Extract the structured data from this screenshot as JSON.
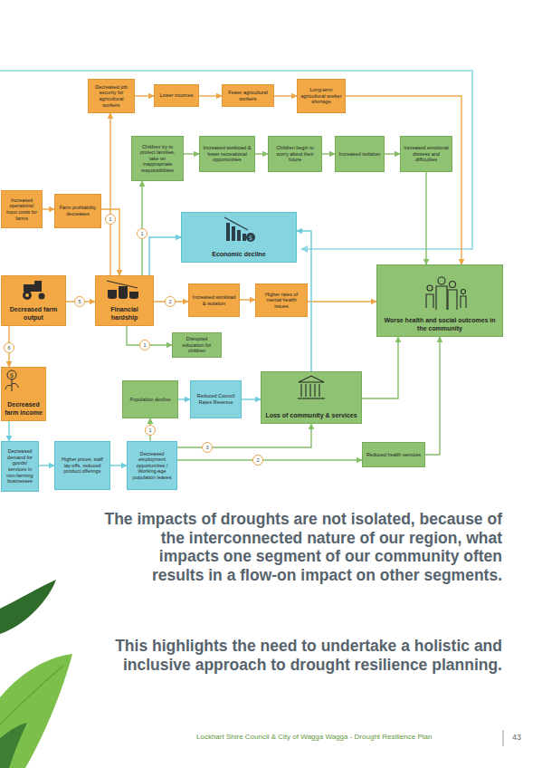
{
  "diagram": {
    "nodes": [
      {
        "text": [
          "Decreased job security for agricultural workers"
        ]
      },
      {
        "text": [
          "Lower incomes"
        ]
      },
      {
        "text": [
          "Fewer agricultural workers"
        ]
      },
      {
        "text": [
          "Long-term agricultural worker shortage"
        ]
      },
      {
        "text": [
          "Children try to protect families, take on inappropriate responsibilities"
        ]
      },
      {
        "text": [
          "Increased workload & fewer recreational opportunities"
        ]
      },
      {
        "text": [
          "Children begin to worry about their future"
        ]
      },
      {
        "text": [
          "Increased isolation"
        ]
      },
      {
        "text": [
          "Increased emotional distress and difficulties"
        ]
      },
      {
        "text": [
          "Increased operations/ input costs for farms"
        ]
      },
      {
        "text": [
          "Farm profitability decreases"
        ]
      },
      {
        "text": [
          "Economic decline"
        ]
      },
      {
        "text": [
          "Decreased farm output"
        ]
      },
      {
        "text": [
          "Financial hardship"
        ]
      },
      {
        "text": [
          "Increased workload & isolation"
        ]
      },
      {
        "text": [
          "Higher rates of mental health issues"
        ]
      },
      {
        "text": [
          "Worse health and social outcomes in the community"
        ]
      },
      {
        "text": [
          "Disrupted education for children"
        ]
      },
      {
        "text": [
          "Decreased farm income"
        ]
      },
      {
        "text": [
          "Population decline"
        ]
      },
      {
        "text": [
          "Reduced Council Rates Revenue"
        ]
      },
      {
        "text": [
          "Loss of community & services"
        ]
      },
      {
        "text": [
          "Decreased demand for goods/ services in non-farming businesses"
        ]
      },
      {
        "text": [
          "Higher prices, staff lay-offs, reduced product offerings"
        ]
      },
      {
        "text": [
          "Decreased employment opportunities / Working-age population leaves"
        ]
      },
      {
        "text": [
          "Reduced health services"
        ]
      }
    ],
    "edges": [
      {
        "from": 13,
        "to": 0,
        "arrow": "to"
      },
      {
        "from": 0,
        "to": 1,
        "arrow": "to"
      },
      {
        "from": 1,
        "to": 2,
        "arrow": "to"
      },
      {
        "from": 2,
        "to": 3,
        "arrow": "to"
      },
      {
        "from": 3,
        "to": 16,
        "arrow": "to"
      },
      {
        "from": 13,
        "to": 4,
        "arrow": "to"
      },
      {
        "from": 4,
        "to": 5,
        "arrow": "to"
      },
      {
        "from": 5,
        "to": 6,
        "arrow": "to"
      },
      {
        "from": 6,
        "to": 7,
        "arrow": "to"
      },
      {
        "from": 7,
        "to": 8,
        "arrow": "to"
      },
      {
        "from": 8,
        "to": 16,
        "arrow": "to"
      },
      {
        "from": 9,
        "to": 10,
        "arrow": "to"
      },
      {
        "from": 10,
        "to": 13,
        "arrow": "to"
      },
      {
        "from": 12,
        "to": 13,
        "arrow": "to"
      },
      {
        "from": 12,
        "to": 18,
        "arrow": "to"
      },
      {
        "from": 13,
        "to": 14,
        "arrow": "to"
      },
      {
        "from": 14,
        "to": 15,
        "arrow": "to"
      },
      {
        "from": 15,
        "to": 16,
        "arrow": "to"
      },
      {
        "from": 13,
        "to": 17,
        "arrow": "to"
      },
      {
        "from": 13,
        "to": 11,
        "arrow": "to"
      },
      {
        "from": 18,
        "to": 22,
        "arrow": "to"
      },
      {
        "from": 22,
        "to": 23,
        "arrow": "to"
      },
      {
        "from": 23,
        "to": 24,
        "arrow": "to"
      },
      {
        "from": 24,
        "to": 19,
        "arrow": "to"
      },
      {
        "from": 19,
        "to": 20,
        "arrow": "to"
      },
      {
        "from": 20,
        "to": 21,
        "arrow": "to"
      },
      {
        "from": 24,
        "to": 21,
        "arrow": "to"
      },
      {
        "from": 24,
        "to": 25,
        "arrow": "to"
      },
      {
        "from": 25,
        "to": 16,
        "arrow": "to"
      },
      {
        "from": 21,
        "to": 16,
        "arrow": "to"
      },
      {
        "from": 21,
        "to": 11,
        "arrow": "to"
      }
    ],
    "labels": [
      "1",
      "1",
      "5",
      "2",
      "6",
      "1",
      "1",
      "3",
      "2",
      "The impacts of droughts are not isolated, because of the interconnected nature of our region, what impacts one segment of our community often results in a flow-on impact on other segments.",
      "This highlights the need to undertake a holistic and inclusive approach to drought resilience planning.",
      "Lockhart Shire Council & City of Wagga Wagga - Drought Resilience Plan",
      "43"
    ]
  }
}
